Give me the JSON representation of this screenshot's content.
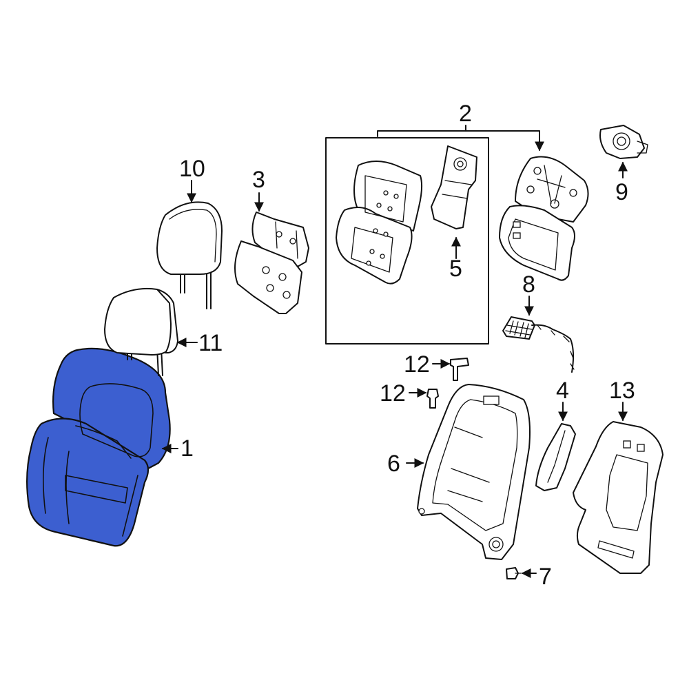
{
  "colors": {
    "highlight": "#3c5fd0",
    "linework": "#111111",
    "background": "#ffffff"
  },
  "callouts": {
    "c1": "1",
    "c2": "2",
    "c3": "3",
    "c4": "4",
    "c5": "5",
    "c6": "6",
    "c7": "7",
    "c8": "8",
    "c9": "9",
    "c10": "10",
    "c11": "11",
    "c12a": "12",
    "c12b": "12",
    "c13": "13"
  }
}
